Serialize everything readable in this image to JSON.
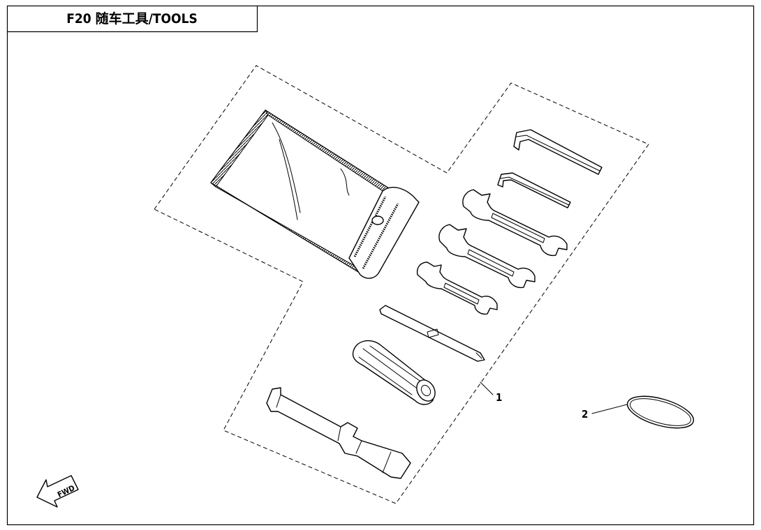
{
  "title": "F20 随车工具/TOOLS",
  "fwd_label": "FWD",
  "callouts": [
    {
      "number": "1"
    },
    {
      "number": "2"
    }
  ],
  "colors": {
    "line": "#000000",
    "background": "#ffffff"
  }
}
